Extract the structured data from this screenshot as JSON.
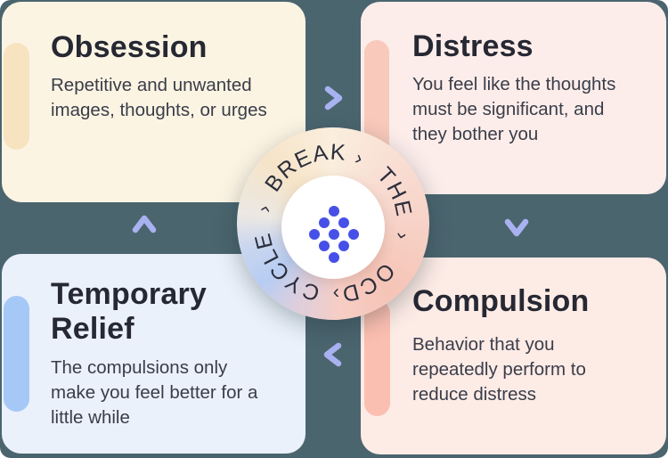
{
  "cards": {
    "obsession": {
      "title": "Obsession",
      "description": "Repetitive and unwanted images, thoughts, or urges"
    },
    "distress": {
      "title": "Distress",
      "description": "You feel like the thoughts must be significant, and they bother you"
    },
    "compulsion": {
      "title": "Compulsion",
      "description": "Behavior that you repeatedly perform to reduce distress"
    },
    "temporary_relief": {
      "title": "Temporary Relief",
      "description": "The compulsions only make you feel better for a little while"
    }
  },
  "center": {
    "words": [
      "BREAK",
      "THE",
      "OCD",
      "CYCLE"
    ],
    "separator": "›",
    "icon": "dots-diamond-icon"
  },
  "colors": {
    "background": "#4b656f",
    "card-obsession": "#fcf4e3",
    "card-distress": "#fcedea",
    "card-relief": "#eaf1fb",
    "card-compulsion": "#fdebe6",
    "pill-obsession": "#f8e3c0",
    "pill-distress": "#f9c9bb",
    "pill-relief": "#a6c8f7",
    "pill-compulsion": "#fbbfb1",
    "arrow": "#a9b2f1",
    "dot": "#4650e8",
    "title-text": "#262833",
    "body-text": "#3a3d49",
    "ring-text": "#2b2e3c"
  }
}
